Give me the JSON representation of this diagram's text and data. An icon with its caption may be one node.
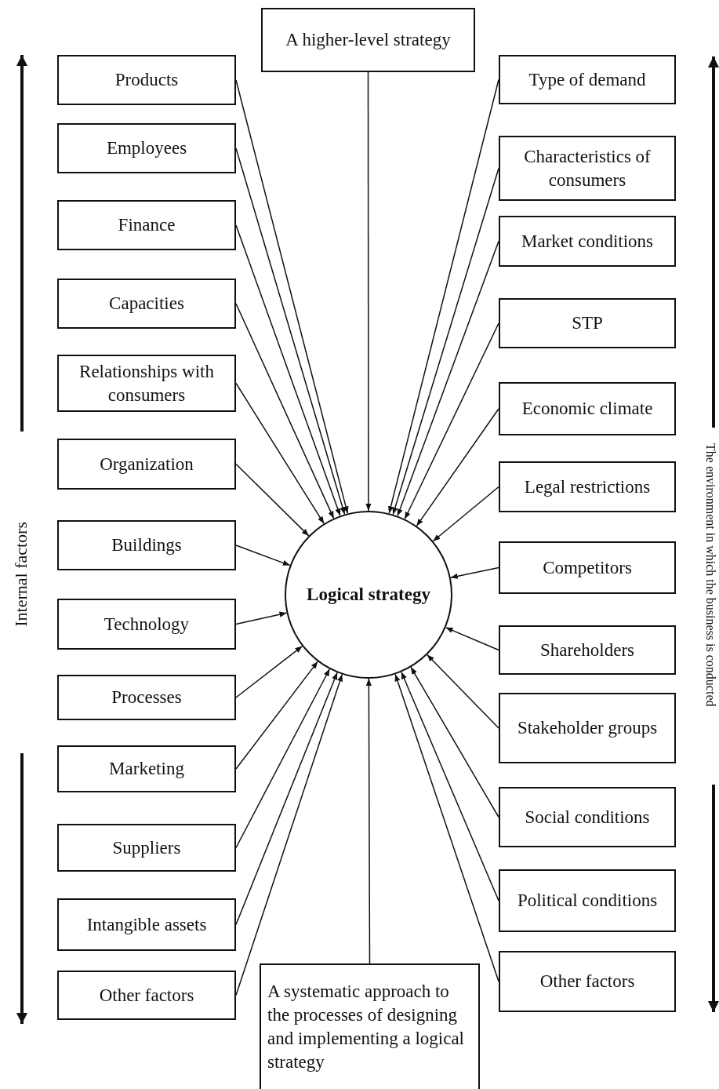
{
  "diagram": {
    "nodes": [
      {
        "text": [
          "A higher-level strategy"
        ]
      },
      {
        "text": [
          "Products"
        ]
      },
      {
        "text": [
          "Employees"
        ]
      },
      {
        "text": [
          "Finance"
        ]
      },
      {
        "text": [
          "Capacities"
        ]
      },
      {
        "text": [
          "Relationships with consumers"
        ]
      },
      {
        "text": [
          "Organization"
        ]
      },
      {
        "text": [
          "Buildings"
        ]
      },
      {
        "text": [
          "Technology"
        ]
      },
      {
        "text": [
          "Processes"
        ]
      },
      {
        "text": [
          "Marketing"
        ]
      },
      {
        "text": [
          "Suppliers"
        ]
      },
      {
        "text": [
          "Intangible assets"
        ]
      },
      {
        "text": [
          "Other factors"
        ]
      },
      {
        "text": [
          "Type of demand"
        ]
      },
      {
        "text": [
          "Characteristics of consumers"
        ]
      },
      {
        "text": [
          "Market conditions"
        ]
      },
      {
        "text": [
          "STP"
        ]
      },
      {
        "text": [
          "Economic climate"
        ]
      },
      {
        "text": [
          "Legal restrictions"
        ]
      },
      {
        "text": [
          "Competitors"
        ]
      },
      {
        "text": [
          "Shareholders"
        ]
      },
      {
        "text": [
          "Stakeholder groups"
        ]
      },
      {
        "text": [
          "Social conditions"
        ]
      },
      {
        "text": [
          "Political conditions"
        ]
      },
      {
        "text": [
          "Other factors"
        ]
      },
      {
        "text": [
          "Logical strategy"
        ]
      },
      {
        "text": [
          "A systematic approach to the processes of designing and implementing a logical strategy"
        ]
      }
    ],
    "edges": [
      {
        "from": 0,
        "to": 26,
        "arrow": "to"
      },
      {
        "from": 1,
        "to": 26,
        "arrow": "to"
      },
      {
        "from": 2,
        "to": 26,
        "arrow": "to"
      },
      {
        "from": 3,
        "to": 26,
        "arrow": "to"
      },
      {
        "from": 4,
        "to": 26,
        "arrow": "to"
      },
      {
        "from": 5,
        "to": 26,
        "arrow": "to"
      },
      {
        "from": 6,
        "to": 26,
        "arrow": "to"
      },
      {
        "from": 7,
        "to": 26,
        "arrow": "to"
      },
      {
        "from": 8,
        "to": 26,
        "arrow": "to"
      },
      {
        "from": 9,
        "to": 26,
        "arrow": "to"
      },
      {
        "from": 10,
        "to": 26,
        "arrow": "to"
      },
      {
        "from": 11,
        "to": 26,
        "arrow": "to"
      },
      {
        "from": 12,
        "to": 26,
        "arrow": "to"
      },
      {
        "from": 13,
        "to": 26,
        "arrow": "to"
      },
      {
        "from": 14,
        "to": 26,
        "arrow": "to"
      },
      {
        "from": 15,
        "to": 26,
        "arrow": "to"
      },
      {
        "from": 16,
        "to": 26,
        "arrow": "to"
      },
      {
        "from": 17,
        "to": 26,
        "arrow": "to"
      },
      {
        "from": 18,
        "to": 26,
        "arrow": "to"
      },
      {
        "from": 19,
        "to": 26,
        "arrow": "to"
      },
      {
        "from": 20,
        "to": 26,
        "arrow": "to"
      },
      {
        "from": 21,
        "to": 26,
        "arrow": "to"
      },
      {
        "from": 22,
        "to": 26,
        "arrow": "to"
      },
      {
        "from": 23,
        "to": 26,
        "arrow": "to"
      },
      {
        "from": 24,
        "to": 26,
        "arrow": "to"
      },
      {
        "from": 25,
        "to": 26,
        "arrow": "to"
      },
      {
        "from": 27,
        "to": 26,
        "arrow": "to"
      }
    ],
    "labels": [
      "Internal factors",
      "The environment in which the business is conducted"
    ]
  }
}
